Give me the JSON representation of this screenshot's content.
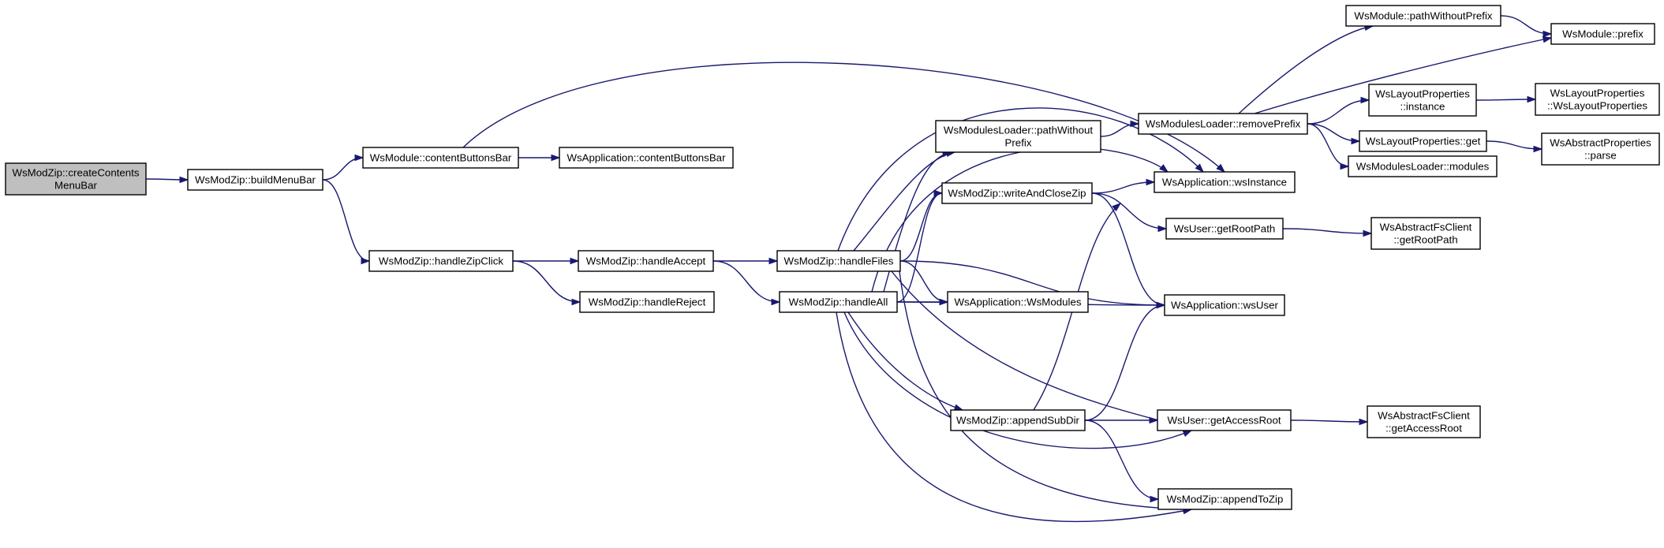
{
  "diagram": {
    "type": "call-graph",
    "colors": {
      "edge": "#191970",
      "root_fill": "#bfbfbf",
      "node_fill": "#ffffff",
      "node_stroke": "#000000"
    },
    "nodes": [
      {
        "id": "createContentsMenuBar",
        "lines": [
          "WsModZip::createContents",
          "MenuBar"
        ],
        "root": true
      },
      {
        "id": "buildMenuBar",
        "lines": [
          "WsModZip::buildMenuBar"
        ]
      },
      {
        "id": "contentButtonsBar",
        "lines": [
          "WsModule::contentButtonsBar"
        ]
      },
      {
        "id": "appContentButtonsBar",
        "lines": [
          "WsApplication::contentButtonsBar"
        ]
      },
      {
        "id": "handleZipClick",
        "lines": [
          "WsModZip::handleZipClick"
        ]
      },
      {
        "id": "handleAccept",
        "lines": [
          "WsModZip::handleAccept"
        ]
      },
      {
        "id": "handleReject",
        "lines": [
          "WsModZip::handleReject"
        ]
      },
      {
        "id": "handleFiles",
        "lines": [
          "WsModZip::handleFiles"
        ]
      },
      {
        "id": "handleAll",
        "lines": [
          "WsModZip::handleAll"
        ]
      },
      {
        "id": "loaderPathWithoutPrefix",
        "lines": [
          "WsModulesLoader::pathWithout",
          "Prefix"
        ]
      },
      {
        "id": "writeAndCloseZip",
        "lines": [
          "WsModZip::writeAndCloseZip"
        ]
      },
      {
        "id": "appWsModules",
        "lines": [
          "WsApplication::WsModules"
        ]
      },
      {
        "id": "appendSubDir",
        "lines": [
          "WsModZip::appendSubDir"
        ]
      },
      {
        "id": "removePrefix",
        "lines": [
          "WsModulesLoader::removePrefix"
        ]
      },
      {
        "id": "wsInstance",
        "lines": [
          "WsApplication::wsInstance"
        ]
      },
      {
        "id": "getRootPath",
        "lines": [
          "WsUser::getRootPath"
        ]
      },
      {
        "id": "wsUser",
        "lines": [
          "WsApplication::wsUser"
        ]
      },
      {
        "id": "getAccessRoot",
        "lines": [
          "WsUser::getAccessRoot"
        ]
      },
      {
        "id": "appendToZip",
        "lines": [
          "WsModZip::appendToZip"
        ]
      },
      {
        "id": "modulePathWithoutPrefix",
        "lines": [
          "WsModule::pathWithoutPrefix"
        ]
      },
      {
        "id": "modulePrefix",
        "lines": [
          "WsModule::prefix"
        ]
      },
      {
        "id": "layoutInstance",
        "lines": [
          "WsLayoutProperties",
          "::instance"
        ]
      },
      {
        "id": "layoutGet",
        "lines": [
          "WsLayoutProperties::get"
        ]
      },
      {
        "id": "loaderModules",
        "lines": [
          "WsModulesLoader::modules"
        ]
      },
      {
        "id": "layoutCtor",
        "lines": [
          "WsLayoutProperties",
          "::WsLayoutProperties"
        ]
      },
      {
        "id": "abstractParse",
        "lines": [
          "WsAbstractProperties",
          "::parse"
        ]
      },
      {
        "id": "fsGetRootPath",
        "lines": [
          "WsAbstractFsClient",
          "::getRootPath"
        ]
      },
      {
        "id": "fsGetAccessRoot",
        "lines": [
          "WsAbstractFsClient",
          "::getAccessRoot"
        ]
      }
    ],
    "edges": [
      {
        "from": "createContentsMenuBar",
        "to": "buildMenuBar"
      },
      {
        "from": "buildMenuBar",
        "to": "contentButtonsBar"
      },
      {
        "from": "buildMenuBar",
        "to": "handleZipClick"
      },
      {
        "from": "contentButtonsBar",
        "to": "appContentButtonsBar"
      },
      {
        "from": "contentButtonsBar",
        "to": "wsInstance"
      },
      {
        "from": "handleZipClick",
        "to": "handleAccept"
      },
      {
        "from": "handleZipClick",
        "to": "handleReject"
      },
      {
        "from": "handleAccept",
        "to": "handleFiles"
      },
      {
        "from": "handleAccept",
        "to": "handleAll"
      },
      {
        "from": "handleFiles",
        "to": "loaderPathWithoutPrefix"
      },
      {
        "from": "handleFiles",
        "to": "wsInstance"
      },
      {
        "from": "handleFiles",
        "to": "writeAndCloseZip"
      },
      {
        "from": "handleFiles",
        "to": "appWsModules"
      },
      {
        "from": "handleFiles",
        "to": "wsUser"
      },
      {
        "from": "handleFiles",
        "to": "getAccessRoot"
      },
      {
        "from": "handleFiles",
        "to": "appendToZip"
      },
      {
        "from": "handleAll",
        "to": "loaderPathWithoutPrefix"
      },
      {
        "from": "handleAll",
        "to": "wsInstance"
      },
      {
        "from": "handleAll",
        "to": "writeAndCloseZip"
      },
      {
        "from": "handleAll",
        "to": "appWsModules"
      },
      {
        "from": "handleAll",
        "to": "wsUser"
      },
      {
        "from": "handleAll",
        "to": "appendSubDir"
      },
      {
        "from": "handleAll",
        "to": "getAccessRoot"
      },
      {
        "from": "handleAll",
        "to": "appendToZip"
      },
      {
        "from": "loaderPathWithoutPrefix",
        "to": "removePrefix"
      },
      {
        "from": "writeAndCloseZip",
        "to": "wsInstance"
      },
      {
        "from": "writeAndCloseZip",
        "to": "getRootPath"
      },
      {
        "from": "writeAndCloseZip",
        "to": "wsUser"
      },
      {
        "from": "appendSubDir",
        "to": "writeAndCloseZip"
      },
      {
        "from": "appendSubDir",
        "to": "wsUser"
      },
      {
        "from": "appendSubDir",
        "to": "getAccessRoot"
      },
      {
        "from": "appendSubDir",
        "to": "appendToZip"
      },
      {
        "from": "removePrefix",
        "to": "modulePathWithoutPrefix"
      },
      {
        "from": "removePrefix",
        "to": "modulePrefix"
      },
      {
        "from": "removePrefix",
        "to": "layoutInstance"
      },
      {
        "from": "removePrefix",
        "to": "layoutGet"
      },
      {
        "from": "removePrefix",
        "to": "loaderModules"
      },
      {
        "from": "modulePathWithoutPrefix",
        "to": "modulePrefix"
      },
      {
        "from": "layoutInstance",
        "to": "layoutCtor"
      },
      {
        "from": "layoutGet",
        "to": "abstractParse"
      },
      {
        "from": "getRootPath",
        "to": "fsGetRootPath"
      },
      {
        "from": "getAccessRoot",
        "to": "fsGetAccessRoot"
      }
    ]
  }
}
